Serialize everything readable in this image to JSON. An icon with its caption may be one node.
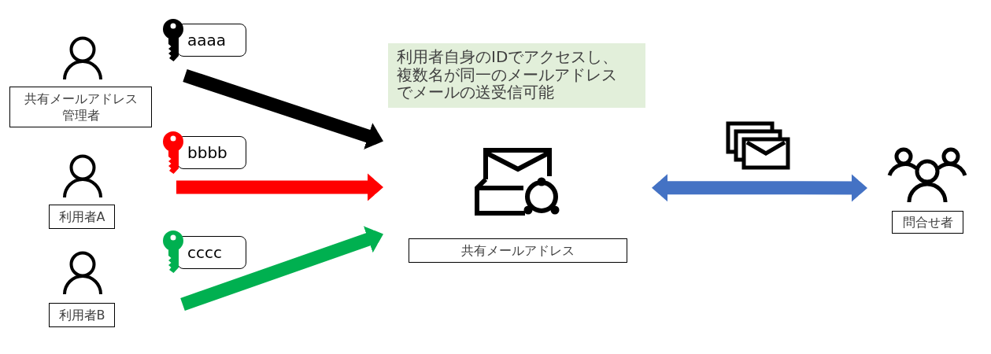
{
  "diagram": {
    "nodes": [
      {
        "text": [
          "共有メールアドレス管理者"
        ]
      },
      {
        "text": [
          "利用者A"
        ]
      },
      {
        "text": [
          "利用者B"
        ]
      },
      {
        "text": [
          "aaaa"
        ]
      },
      {
        "text": [
          "bbbb"
        ]
      },
      {
        "text": [
          "cccc"
        ]
      },
      {
        "text": [
          "利用者自身のIDでアクセスし、複数名が同一のメールアドレスでメールの送受信可能"
        ]
      },
      {
        "text": [
          "共有メールアドレス"
        ]
      },
      {
        "text": [
          "問合せ者"
        ]
      }
    ],
    "edges": [
      {
        "from": null,
        "to": 7,
        "arrow": "to",
        "color": "#000000"
      },
      {
        "from": null,
        "to": 7,
        "arrow": "to",
        "color": "#ff0000"
      },
      {
        "from": null,
        "to": 7,
        "arrow": "to",
        "color": "#00b050"
      },
      {
        "from": 7,
        "to": 8,
        "arrow": "both",
        "color": "#4472c4"
      }
    ]
  }
}
